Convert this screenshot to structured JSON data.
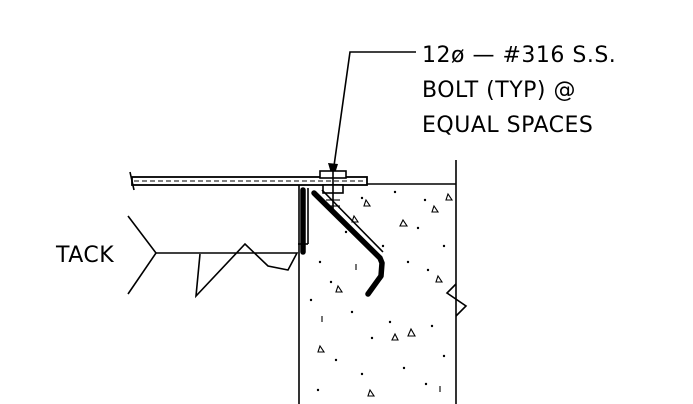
{
  "callout": {
    "line1": "12ø — #316 S.S.",
    "line2": "BOLT (TYP) @",
    "line3": "EQUAL SPACES"
  },
  "tack_label": "TACK"
}
